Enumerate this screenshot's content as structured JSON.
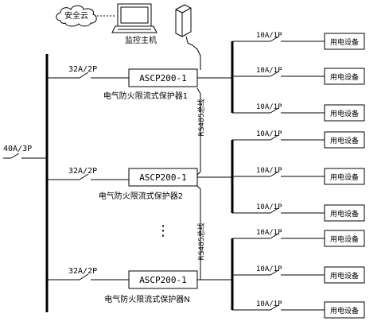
{
  "cloud": {
    "label": "安全云"
  },
  "monitor": {
    "label": "监控主机"
  },
  "main_breaker": {
    "label": "40A/3P"
  },
  "branch_breaker_label": "32A/2P",
  "protectors": [
    {
      "device": "ASCP200-1",
      "name": "电气防火限流式保护器1"
    },
    {
      "device": "ASCP200-1",
      "name": "电气防火限流式保护器2"
    },
    {
      "device": "ASCP200-1",
      "name": "电气防火限流式保护器N"
    }
  ],
  "rs485": [
    {
      "label": "RS485总线"
    },
    {
      "label": "RS485总线"
    }
  ],
  "ellipsis": "⋮",
  "load_breaker_label": "10A/1P",
  "load_label": "用电设备"
}
